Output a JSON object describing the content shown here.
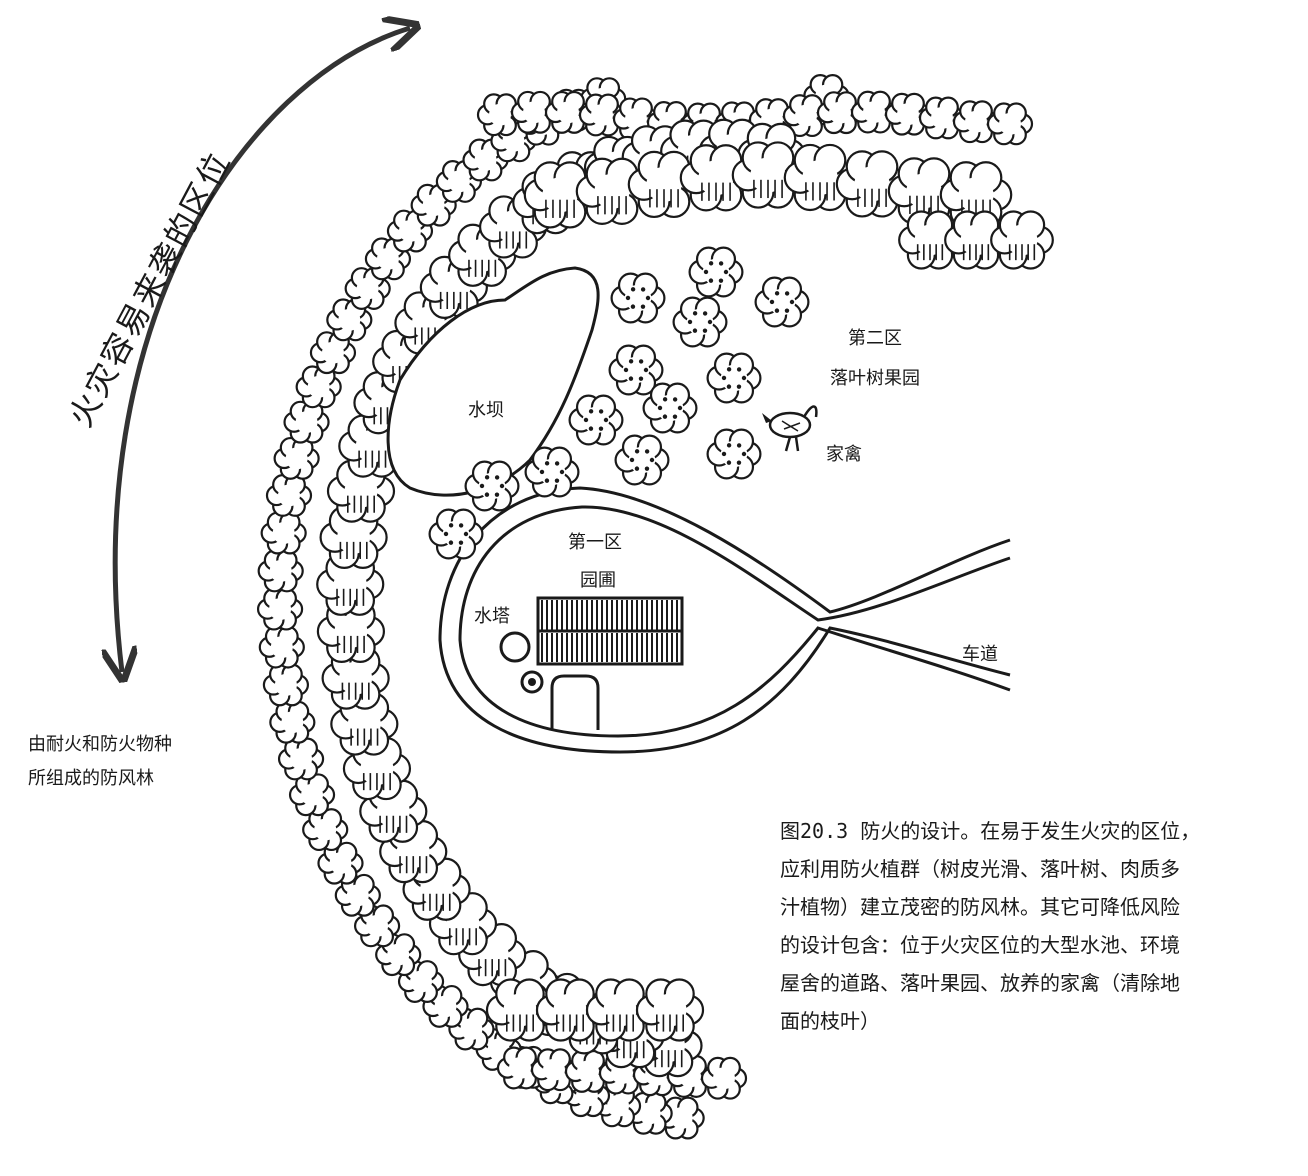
{
  "diagram": {
    "arc_label": "火灾容易来袭的区位",
    "zone2_title": "第二区",
    "zone2_subtitle": "落叶树果园",
    "poultry": "家禽",
    "dam": "水坝",
    "zone1_title": "第一区",
    "zone1_subtitle": "园圃",
    "water_tower": "水塔",
    "driveway": "车道",
    "windbreak_line1": "由耐火和防火物种",
    "windbreak_line2": "所组成的防风林"
  },
  "caption": {
    "lines": [
      "图20.3 防火的设计。在易于发生火灾的区位，",
      "应利用防火植群（树皮光滑、落叶树、肉质多",
      "汁植物）建立茂密的防风林。其它可降低风险",
      "的设计包含：位于火灾区位的大型水池、环境",
      "屋舍的道路、落叶果园、放养的家禽（清除地",
      "面的枝叶）"
    ]
  },
  "icons": {
    "windbreak": "tree-canopy-icon",
    "orchard": "fruit-tree-icon",
    "poultry": "chicken-icon",
    "tower": "water-tower-icon",
    "house": "house-icon"
  }
}
